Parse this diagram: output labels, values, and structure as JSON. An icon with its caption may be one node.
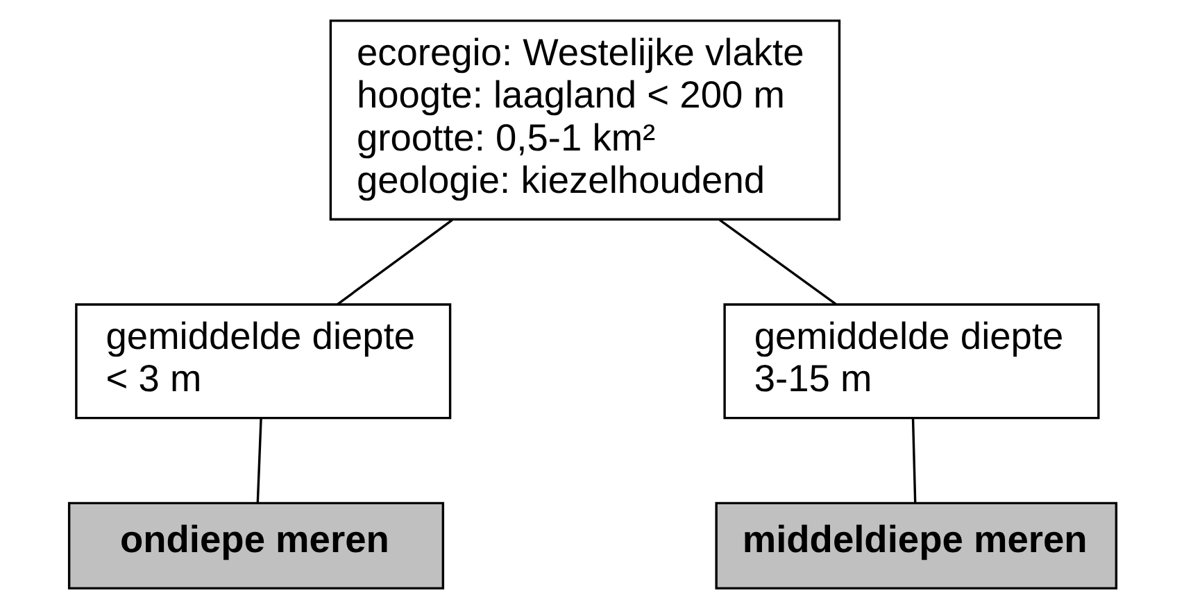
{
  "diagram": {
    "nodes": [
      {
        "text": [
          "ecoregio: Westelijke vlakte",
          "hoogte: laagland < 200 m",
          "grootte: 0,5-1 km²",
          "geologie: kiezelhoudend"
        ]
      },
      {
        "text": [
          "gemiddelde diepte < 3 m"
        ]
      },
      {
        "text": [
          "gemiddelde diepte 3-15 m"
        ]
      },
      {
        "text": [
          "ondiepe meren"
        ]
      },
      {
        "text": [
          "middeldiepe meren"
        ]
      }
    ],
    "edges": [
      {
        "from": 0,
        "to": 1,
        "arrow": "none"
      },
      {
        "from": 0,
        "to": 2,
        "arrow": "none"
      },
      {
        "from": 1,
        "to": 3,
        "arrow": "none"
      },
      {
        "from": 2,
        "to": 4,
        "arrow": "none"
      }
    ]
  }
}
